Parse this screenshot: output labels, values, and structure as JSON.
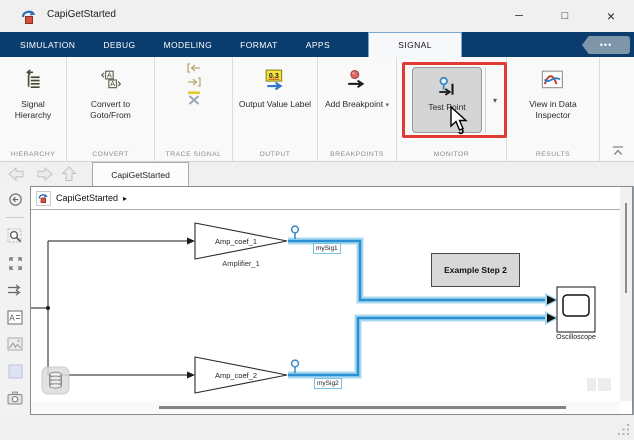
{
  "colors": {
    "tabbar_blue": "#0b3c6e",
    "active_tab_border": "#7aa7d1",
    "signal_blue": "#2b90cf",
    "signal_halo": "#a8d7f0",
    "highlight_red": "#e03a34",
    "testpoint_blue": "#3a87c2",
    "breakpoint_red": "#d85c5c",
    "output_label_yellow": "#f5e33b",
    "pressed_button_gray": "#d5d5d5"
  },
  "window": {
    "title": "CapiGetStarted",
    "minimize_glyph": "─",
    "maximize_glyph": "□",
    "close_glyph": "×"
  },
  "tabstrip": {
    "tabs": [
      {
        "label": "SIMULATION"
      },
      {
        "label": "DEBUG"
      },
      {
        "label": "MODELING"
      },
      {
        "label": "FORMAT"
      },
      {
        "label": "APPS"
      },
      {
        "label": "SIGNAL",
        "active": true
      }
    ],
    "overflow": "•••"
  },
  "ribbon": {
    "hierarchy": {
      "caption": "HIERARCHY",
      "label": "Signal Hierarchy"
    },
    "convert": {
      "caption": "CONVERT",
      "label": "Convert to Goto/From",
      "letter": "A"
    },
    "trace": {
      "caption": "TRACE SIGNAL"
    },
    "output": {
      "caption": "OUTPUT",
      "label": "Output Value Label",
      "icon_value": "0.3"
    },
    "breakpoints": {
      "caption": "BREAKPOINTS",
      "label": "Add Breakpoint",
      "dropdown_glyph": "▾"
    },
    "monitor": {
      "caption": "MONITOR",
      "label": "Test Point",
      "dropdown_glyph": "▾"
    },
    "results": {
      "caption": "RESULTS",
      "label": "View in Data Inspector"
    }
  },
  "navbar": {
    "doc_tab": "CapiGetStarted"
  },
  "explorer": {
    "breadcrumb": "CapiGetStarted",
    "crumb_sep": "▸",
    "dropdown_glyph": "▾"
  },
  "palette": {
    "annotation_letter": "A"
  },
  "diagram": {
    "amp1_param": "Amp_coef_1",
    "amp1_name": "Amplifier_1",
    "amp2_param": "Amp_coef_2",
    "sig1": "mySig1",
    "sig2": "mySig2",
    "annotation": "Example Step 2",
    "scope_name": "Oscilloscope"
  }
}
